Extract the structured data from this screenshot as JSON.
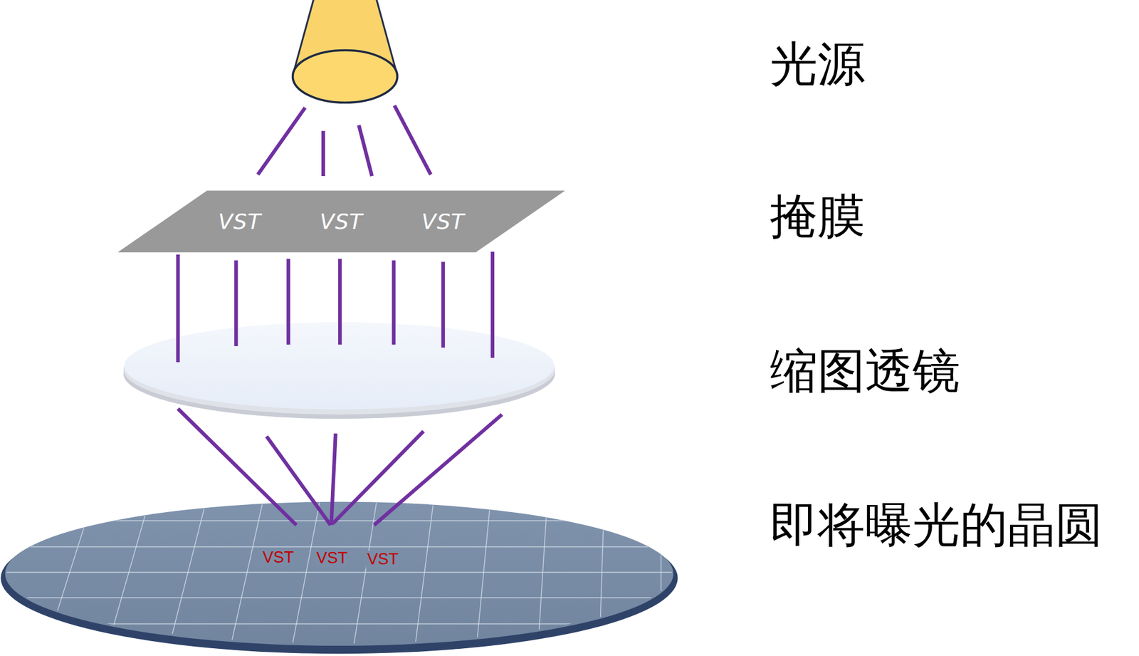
{
  "diagram": {
    "nodes": [
      {
        "text": [
          "VST",
          "VST",
          "VST"
        ]
      },
      {
        "text": [
          "VST",
          "VST",
          "VST"
        ]
      }
    ],
    "labels": [
      "光源",
      "掩膜",
      "缩图透镜",
      "即将曝光的晶圆"
    ]
  }
}
